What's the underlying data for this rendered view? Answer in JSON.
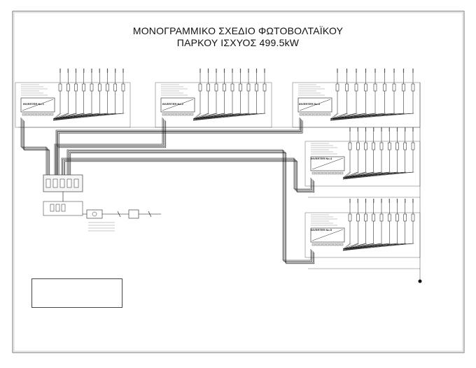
{
  "drawing": {
    "title_line1": "ΜΟΝΟΓΡΑΜΜΙΚΟ ΣΧΕΔΙΟ ΦΩΤΟΒΟΛΤΑΪΚΟΥ",
    "title_line2": "ΠΑΡΚΟΥ ΙΣΧΥΟΣ 499.5kW"
  },
  "inverters": [
    {
      "label": "INVERTER No.1"
    },
    {
      "label": "INVERTER No.2"
    },
    {
      "label": "INVERTER No.3"
    },
    {
      "label": "INVERTER No.4"
    },
    {
      "label": "INVERTER No.5"
    }
  ]
}
